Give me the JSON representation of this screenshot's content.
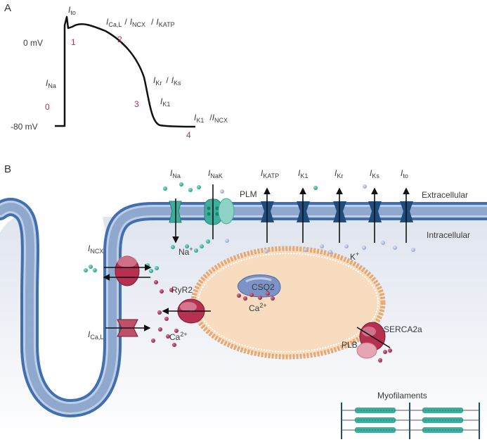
{
  "panel_a": {
    "label": "A",
    "y_top": "0 mV",
    "y_bottom": "-80 mV",
    "phases": [
      "0",
      "1",
      "2",
      "3",
      "4"
    ],
    "currents": {
      "ito": {
        "main": "I",
        "sub": "to"
      },
      "ical": {
        "main": "I",
        "sub": "Ca,L"
      },
      "incx": {
        "main": "I",
        "sub": "NCX"
      },
      "ikatp": {
        "main": "I",
        "sub": "KATP"
      },
      "ina": {
        "main": "I",
        "sub": "Na"
      },
      "ikr": {
        "main": "I",
        "sub": "Kr"
      },
      "iks": {
        "main": "I",
        "sub": "Ks"
      },
      "ik1": {
        "main": "I",
        "sub": "K1"
      },
      "ik1_late": {
        "main": "I",
        "sub": "K1"
      },
      "incx_late": {
        "main": "I",
        "sub": "NCX"
      },
      "slash": "/"
    }
  },
  "panel_b": {
    "label": "B",
    "extracellular": "Extracellular",
    "intracellular": "Intracellular",
    "channels": [
      {
        "main": "I",
        "sub": "Na"
      },
      {
        "main": "I",
        "sub": "NaK"
      },
      {
        "main": "I",
        "sub": "KATP"
      },
      {
        "main": "I",
        "sub": "K1"
      },
      {
        "main": "I",
        "sub": "Kr"
      },
      {
        "main": "I",
        "sub": "Ks"
      },
      {
        "main": "I",
        "sub": "to"
      }
    ],
    "plm": "PLM",
    "na_ion": {
      "main": "Na",
      "sup": "+"
    },
    "k_ion": {
      "main": "K",
      "sup": "+"
    },
    "incx": {
      "main": "I",
      "sub": "NCX"
    },
    "ical": {
      "main": "I",
      "sub": "Ca,L"
    },
    "ca_ion_left": {
      "main": "Ca",
      "sup": "2+"
    },
    "ca_ion_sr": {
      "main": "Ca",
      "sup": "2+"
    },
    "ryr2": "RyR2",
    "csq2": "CSQ2",
    "serca": "SERCA2a",
    "plb": "PLB",
    "myofilaments": "Myofilaments"
  },
  "colors": {
    "membrane_blue": "#3d6fae",
    "channel_navy": "#1d4c7d",
    "channel_teal": "#3cae9b",
    "ryr_red": "#b8304f",
    "sr_fill": "#f8dcc0",
    "cytosol": "#e6eaf2",
    "trace": "#111111",
    "phase_numbers": "#b0315a"
  }
}
